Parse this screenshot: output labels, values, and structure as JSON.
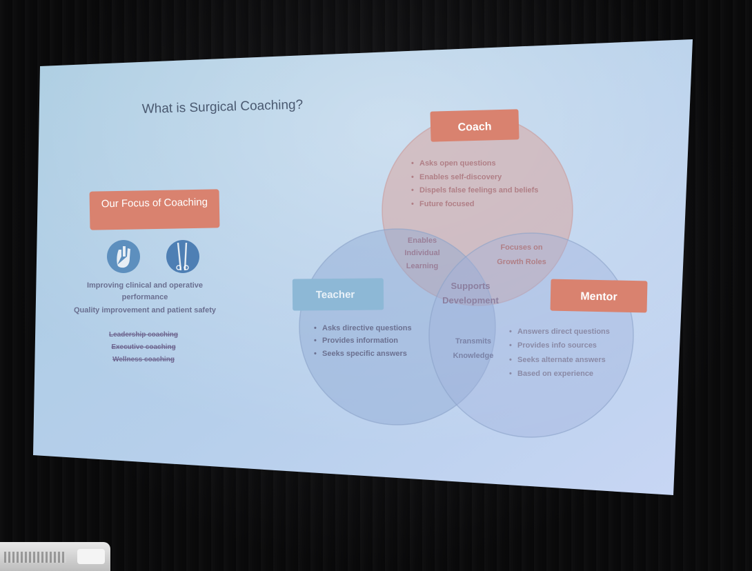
{
  "slide": {
    "title": "What is Surgical Coaching?",
    "focus": {
      "label": "Our Focus of Coaching",
      "icons": [
        "surgical-glove-icon",
        "surgical-instruments-icon"
      ],
      "lines": [
        "Improving clinical and operative",
        "performance",
        "Quality improvement and patient safety"
      ],
      "struck_lines": [
        "Leadership coaching",
        "Executive coaching",
        "Wellness coaching"
      ]
    },
    "venn": {
      "coach": {
        "label": "Coach",
        "bullets": [
          "Asks open questions",
          "Enables self-discovery",
          "Dispels false feelings and beliefs",
          "Future focused"
        ]
      },
      "teacher": {
        "label": "Teacher",
        "bullets": [
          "Asks directive questions",
          "Provides information",
          "Seeks specific answers"
        ]
      },
      "mentor": {
        "label": "Mentor",
        "bullets": [
          "Answers direct questions",
          "Provides info sources",
          "Seeks alternate answers",
          "Based on experience"
        ]
      },
      "overlaps": {
        "coach_teacher": [
          "Enables",
          "Individual",
          "Learning"
        ],
        "coach_mentor": [
          "Focuses on",
          "Growth Roles"
        ],
        "teacher_mentor": [
          "Transmits",
          "Knowledge"
        ],
        "center": [
          "Supports",
          "Development"
        ]
      }
    },
    "colors": {
      "label_box": "#d9826f",
      "teacher_box": "#8db8d6",
      "coach_circle": "#d7a6a1",
      "blue_circle": "#9bb2d8",
      "text_dark": "#4a5970",
      "label_text": "#ffffff"
    }
  }
}
